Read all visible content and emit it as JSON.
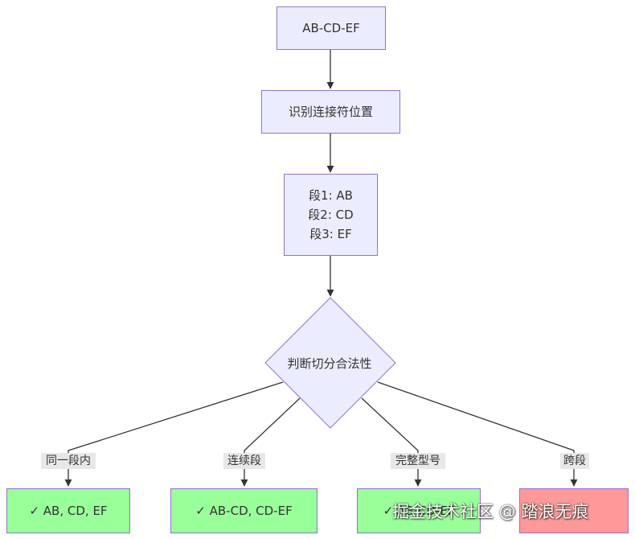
{
  "flowchart": {
    "start": "AB-CD-EF",
    "step_identify": "识别连接符位置",
    "segments": [
      "段1: AB",
      "段2: CD",
      "段3: EF"
    ],
    "decision": "判断切分合法性",
    "branches": [
      {
        "label": "同一段内",
        "result": "✓ AB, CD, EF",
        "status": "valid"
      },
      {
        "label": "连续段",
        "result": "✓ AB-CD, CD-EF",
        "status": "valid"
      },
      {
        "label": "完整型号",
        "result": "✓ AB-CD-EF",
        "status": "valid"
      },
      {
        "label": "跨段",
        "result": "",
        "status": "invalid"
      }
    ]
  },
  "colors": {
    "node_fill": "#ECECFF",
    "node_stroke": "#9370DB",
    "valid_fill": "#99FF99",
    "invalid_fill": "#FF9999",
    "edge": "#333333"
  },
  "watermark": "掘金技术社区 @ 踏浪无痕"
}
